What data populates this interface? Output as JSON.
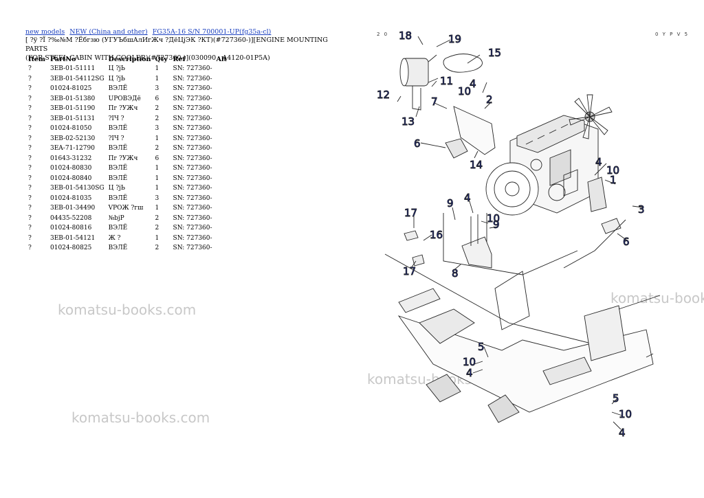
{
  "breadcrumb": {
    "link1": "new models",
    "link2": "NEW (China and other)",
    "link3": "FG35A-16 S/N 700001-UP(fg35a-cl)"
  },
  "title_line1": "[ ?ÿ ?Ï ?‰№М ?Ёбгзю (УГУЪбшАлИгЖч ?ДёЦјЭК ?КТ)(#727360-)][ENGINE MOUNTING PARTS",
  "title_line2": "(FOR STEEL CABIN WITH COOLER)(#727360-)](030090 : A4120-01P5A)",
  "table": {
    "headers": [
      "Item",
      "PartNo",
      "Description",
      "Qty",
      "Ref",
      "Alt"
    ],
    "rows": [
      [
        "?",
        "3EB-01-51111",
        "Ц ?јЬ",
        "1",
        "SN: 727360-",
        ""
      ],
      [
        "?",
        "3EB-01-54112SG",
        "Ц ?јЬ",
        "1",
        "SN: 727360-",
        ""
      ],
      [
        "?",
        "01024-81025",
        "ВЭЛЁ",
        "3",
        "SN: 727360-",
        ""
      ],
      [
        "?",
        "3EB-01-51380",
        "UРОВЭДё",
        "6",
        "SN: 727360-",
        ""
      ],
      [
        "?",
        "3EB-01-51190",
        "Пг ?УЖч",
        "2",
        "SN: 727360-",
        ""
      ],
      [
        "?",
        "3EB-01-51131",
        "?IЧ ?",
        "2",
        "SN: 727360-",
        ""
      ],
      [
        "?",
        "01024-81050",
        "ВЭЛЁ",
        "3",
        "SN: 727360-",
        ""
      ],
      [
        "?",
        "3EB-02-52130",
        "?IЧ ?",
        "1",
        "SN: 727360-",
        ""
      ],
      [
        "?",
        "3EA-71-12790",
        "ВЭЛЁ",
        "2",
        "SN: 727360-",
        ""
      ],
      [
        "?",
        "01643-31232",
        "Пг ?УЖч",
        "6",
        "SN: 727360-",
        ""
      ],
      [
        "?",
        "01024-80830",
        "ВЭЛЁ",
        "1",
        "SN: 727360-",
        ""
      ],
      [
        "?",
        "01024-80840",
        "ВЭЛЁ",
        "1",
        "SN: 727360-",
        ""
      ],
      [
        "?",
        "3EB-01-54130SG",
        "Ц ?јЬ",
        "1",
        "SN: 727360-",
        ""
      ],
      [
        "?",
        "01024-81035",
        "ВЭЛЁ",
        "3",
        "SN: 727360-",
        ""
      ],
      [
        "?",
        "3EB-01-34490",
        "VРОЖ ?гш",
        "1",
        "SN: 727360-",
        ""
      ],
      [
        "?",
        "04435-52208",
        "№bjP",
        "2",
        "SN: 727360-",
        ""
      ],
      [
        "?",
        "01024-80816",
        "ВЭЛЁ",
        "2",
        "SN: 727360-",
        ""
      ],
      [
        "?",
        "3EB-01-54121",
        "Ж ?",
        "1",
        "SN: 727360-",
        ""
      ],
      [
        "?",
        "01024-80825",
        "ВЭЛЁ",
        "2",
        "SN: 727360-",
        ""
      ]
    ]
  },
  "watermark_text": "komatsu-books.com",
  "corner_left": "2 0",
  "corner_right": "0 Y P V 5",
  "diagram": {
    "callouts": [
      "18",
      "19",
      "15",
      "11",
      "12",
      "10",
      "4",
      "2",
      "7",
      "13",
      "6",
      "14",
      "4",
      "10",
      "1",
      "3",
      "6",
      "9",
      "4",
      "10",
      "9",
      "17",
      "16",
      "17",
      "8",
      "5",
      "10",
      "4",
      "5",
      "10",
      "4"
    ]
  },
  "colors": {
    "link": "#1a3fbf",
    "callout": "#1a2fb8",
    "watermark": "#c8c8c8"
  }
}
